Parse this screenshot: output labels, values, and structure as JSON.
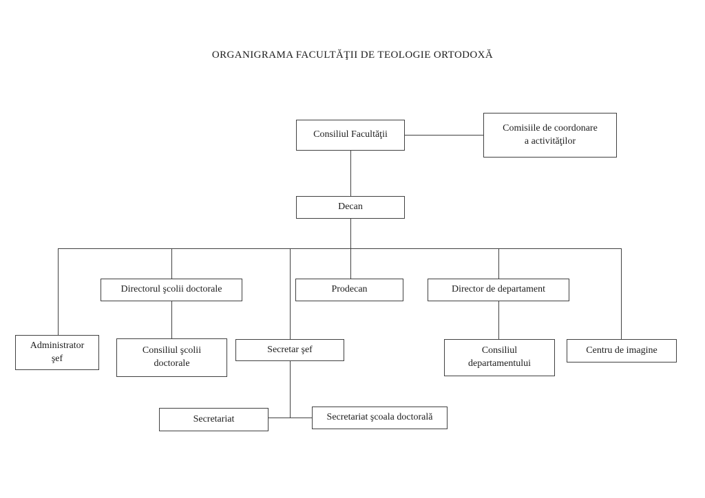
{
  "title": "ORGANIGRAMA FACULTĂŢII DE TEOLOGIE ORTODOXĂ",
  "nodes": {
    "consiliul_facultatii": {
      "label": "Consiliul Facultăţii"
    },
    "comisiile_coordonare": {
      "label": "Comisiile de coordonare\na activităţilor"
    },
    "decan": {
      "label": "Decan"
    },
    "directorul_scolii_doctorale": {
      "label": "Directorul şcolii doctorale"
    },
    "prodecan": {
      "label": "Prodecan"
    },
    "director_departament": {
      "label": "Director de departament"
    },
    "administrator_sef": {
      "label": "Administrator\nşef"
    },
    "consiliul_scolii_doctorale": {
      "label": "Consiliul şcolii\ndoctorale"
    },
    "secretar_sef": {
      "label": "Secretar şef"
    },
    "consiliul_departamentului": {
      "label": "Consiliul\ndepartamentului"
    },
    "centru_imagine": {
      "label": "Centru de imagine"
    },
    "secretariat": {
      "label": "Secretariat"
    },
    "secretariat_scoala_doctorala": {
      "label": "Secretariat şcoala doctorală"
    }
  },
  "edges": [
    {
      "from": "consiliul_facultatii",
      "to": "comisiile_coordonare"
    },
    {
      "from": "consiliul_facultatii",
      "to": "decan"
    },
    {
      "from": "decan",
      "to": "directorul_scolii_doctorale"
    },
    {
      "from": "decan",
      "to": "prodecan"
    },
    {
      "from": "decan",
      "to": "director_departament"
    },
    {
      "from": "decan",
      "to": "administrator_sef"
    },
    {
      "from": "decan",
      "to": "secretar_sef"
    },
    {
      "from": "decan",
      "to": "centru_imagine"
    },
    {
      "from": "directorul_scolii_doctorale",
      "to": "consiliul_scolii_doctorale"
    },
    {
      "from": "director_departament",
      "to": "consiliul_departamentului"
    },
    {
      "from": "secretar_sef",
      "to": "secretariat"
    },
    {
      "from": "secretar_sef",
      "to": "secretariat_scoala_doctorala"
    }
  ],
  "colors": {
    "line": "#3f3f3f",
    "text": "#1c1c1c",
    "background": "#ffffff"
  }
}
